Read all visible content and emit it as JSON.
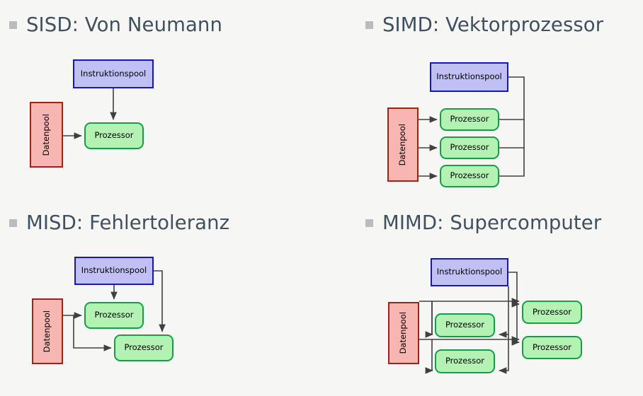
{
  "slide": {
    "background_color": "#f6f6f4",
    "heading_color": "#40505e",
    "bullet_color": "#b8bcc0"
  },
  "palette": {
    "instruction_fill": "#c0c0f4",
    "instruction_border": "#1616c8",
    "processor_fill": "#b3f2b3",
    "processor_border": "#11a04a",
    "data_fill": "#f7b6b2",
    "data_border": "#9e2318",
    "connector": "#404040"
  },
  "labels": {
    "instruction_pool": "Instruktionspool",
    "processor": "Prozessor",
    "data_pool": "Datenpool"
  },
  "quadrants": [
    {
      "id": "sisd",
      "heading": "SISD: Von Neumann",
      "instruction_pools": 1,
      "data_pools": 1,
      "processors": 1
    },
    {
      "id": "simd",
      "heading": "SIMD: Vektorprozessor",
      "instruction_pools": 1,
      "data_pools": 1,
      "processors": 3
    },
    {
      "id": "misd",
      "heading": "MISD: Fehlertoleranz",
      "instruction_pools": 1,
      "data_pools": 1,
      "processors": 2
    },
    {
      "id": "mimd",
      "heading": "MIMD: Supercomputer",
      "instruction_pools": 1,
      "data_pools": 1,
      "processors": 4
    }
  ],
  "nodes": {
    "sisd": {
      "instr": "Instruktionspool",
      "data": "Datenpool",
      "proc1": "Prozessor"
    },
    "simd": {
      "instr": "Instruktionspool",
      "data": "Datenpool",
      "proc1": "Prozessor",
      "proc2": "Prozessor",
      "proc3": "Prozessor"
    },
    "misd": {
      "instr": "Instruktionspool",
      "data": "Datenpool",
      "proc1": "Prozessor",
      "proc2": "Prozessor"
    },
    "mimd": {
      "instr": "Instruktionspool",
      "data": "Datenpool",
      "proc1": "Prozessor",
      "proc2": "Prozessor",
      "proc3": "Prozessor",
      "proc4": "Prozessor"
    }
  }
}
